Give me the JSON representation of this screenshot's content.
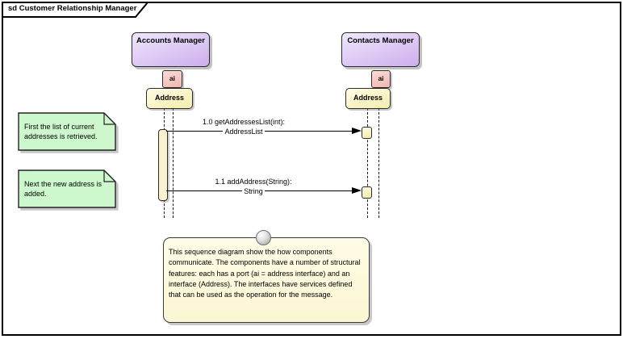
{
  "title": "sd Customer Relationship Manager",
  "lifelines": [
    {
      "name": "Accounts Manager",
      "port": "ai",
      "interface": "Address"
    },
    {
      "name": "Contacts Manager",
      "port": "ai",
      "interface": "Address"
    }
  ],
  "messages": [
    {
      "line1": "1.0 getAddressesList(int):",
      "line2": "AddressList"
    },
    {
      "line1": "1.1 addAddress(String):",
      "line2": "String"
    }
  ],
  "notes": [
    {
      "text": "First the list of current addresses is retrieved."
    },
    {
      "text": "Next the new address is added."
    }
  ],
  "doc_note": {
    "text": "This sequence diagram show the how components communicate. The components have a number of structural features: each has a port (ai = address interface) and an interface (Address). The interfaces have services defined that can be used as the operation for the message."
  },
  "colors": {
    "component_fill_top": "#EFE7FB",
    "component_fill_bottom": "#CDAEEC",
    "port_fill": "#F2B6B0",
    "interface_fill": "#F5EDAD",
    "activation_fill": "#FBF2CF",
    "note_green": "#CDF8CD",
    "doc_note_yellow": "#FBF6D2",
    "line": "#000000",
    "shadow": "#787878"
  }
}
